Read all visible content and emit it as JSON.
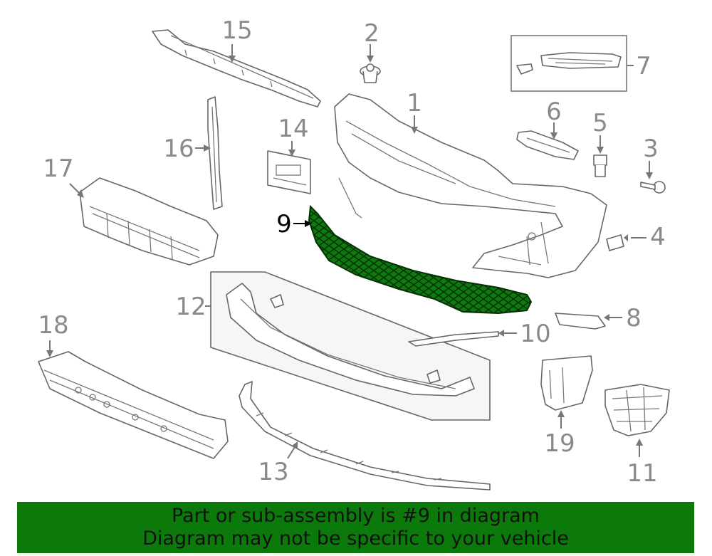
{
  "callouts": {
    "c1": "1",
    "c2": "2",
    "c3": "3",
    "c4": "4",
    "c5": "5",
    "c6": "6",
    "c7": "7",
    "c8": "8",
    "c9": "9",
    "c10": "10",
    "c11": "11",
    "c12": "12",
    "c13": "13",
    "c14": "14",
    "c15": "15",
    "c16": "16",
    "c17": "17",
    "c18": "18",
    "c19": "19"
  },
  "highlight": {
    "part": "9",
    "color": "#0b7a0b"
  },
  "banner": {
    "line1": "Part or sub-assembly is #9 in diagram",
    "line2": "Diagram may not be specific to your vehicle",
    "color": "#0b7a0b"
  }
}
